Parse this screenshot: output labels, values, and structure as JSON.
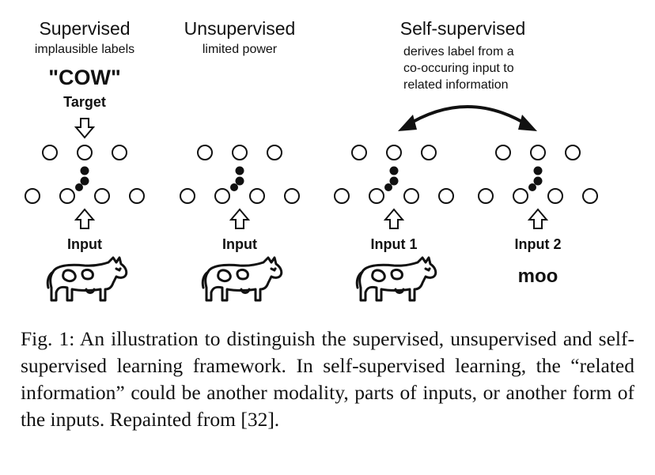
{
  "panels": {
    "supervised": {
      "title": "Supervised",
      "subtitle": "implausible labels",
      "label_text": "\"COW\"",
      "target_label": "Target",
      "input_label": "Input",
      "input_icon": "cow-icon"
    },
    "unsupervised": {
      "title": "Unsupervised",
      "subtitle": "limited power",
      "input_label": "Input",
      "input_icon": "cow-icon"
    },
    "self_supervised": {
      "title": "Self-supervised",
      "subtitle_lines": [
        "derives label from a",
        "co-occuring input to",
        "related information"
      ],
      "input1_label": "Input 1",
      "input1_icon": "cow-icon",
      "input2_label": "Input 2",
      "input2_text": "moo"
    }
  },
  "caption": "Fig. 1: An illustration to distinguish the supervised, unsupervised and self-supervised learning framework. In self-supervised learning, the “related information” could be another modality, parts of inputs, or another form of the inputs. Repainted from [32]."
}
